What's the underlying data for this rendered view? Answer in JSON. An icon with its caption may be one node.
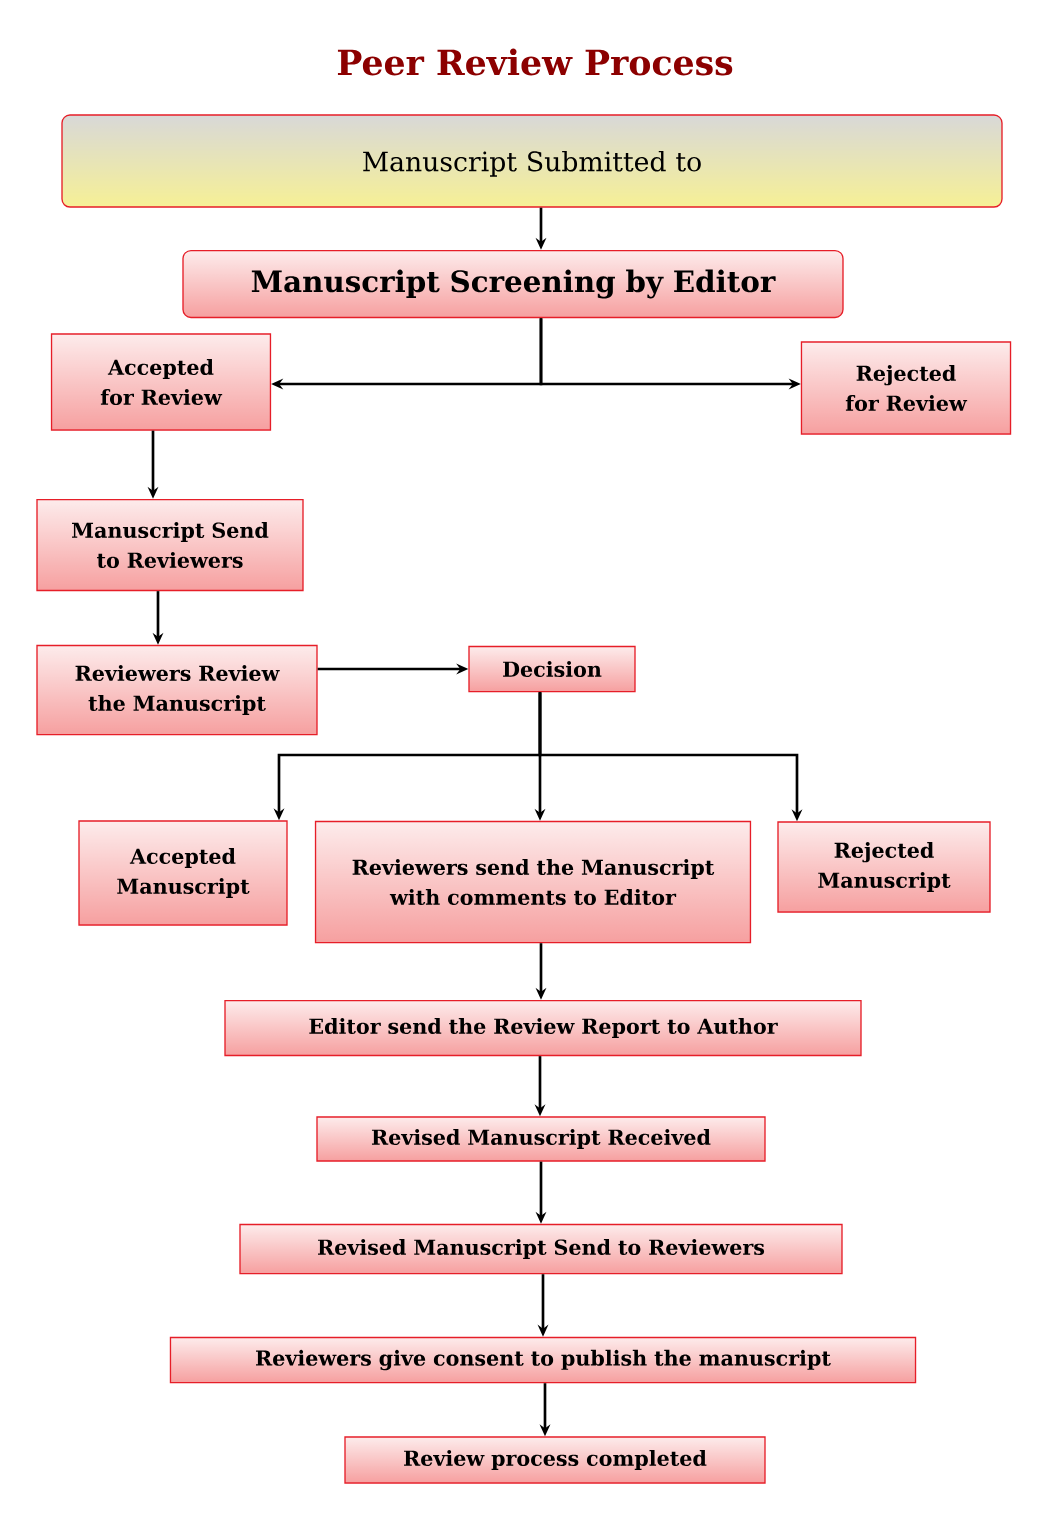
{
  "diagram": {
    "title": "Peer Review Process",
    "nodes": [
      {
        "text": [
          "Manuscript Submitted to"
        ]
      },
      {
        "text": [
          "Manuscript Screening by Editor"
        ]
      },
      {
        "text": [
          "Accepted for Review"
        ]
      },
      {
        "text": [
          "Rejected for Review"
        ]
      },
      {
        "text": [
          "Manuscript Send to Reviewers"
        ]
      },
      {
        "text": [
          "Reviewers Review the Manuscript"
        ]
      },
      {
        "text": [
          "Decision"
        ]
      },
      {
        "text": [
          "Accepted Manuscript"
        ]
      },
      {
        "text": [
          "Reviewers send the Manuscript with comments to Editor"
        ]
      },
      {
        "text": [
          "Rejected Manuscript"
        ]
      },
      {
        "text": [
          "Editor send the Review Report to Author"
        ]
      },
      {
        "text": [
          "Revised Manuscript Received"
        ]
      },
      {
        "text": [
          "Revised Manuscript Send to Reviewers"
        ]
      },
      {
        "text": [
          "Reviewers give consent to publish the manuscript"
        ]
      },
      {
        "text": [
          "Review process completed"
        ]
      }
    ],
    "edges": [
      {
        "from": 0,
        "to": 1,
        "arrow": "to"
      },
      {
        "from": 1,
        "to": 2,
        "arrow": "to"
      },
      {
        "from": 1,
        "to": 3,
        "arrow": "to"
      },
      {
        "from": 2,
        "to": 4,
        "arrow": "to"
      },
      {
        "from": 4,
        "to": 5,
        "arrow": "to"
      },
      {
        "from": 5,
        "to": 6,
        "arrow": "to"
      },
      {
        "from": 6,
        "to": 7,
        "arrow": "to"
      },
      {
        "from": 6,
        "to": 8,
        "arrow": "to"
      },
      {
        "from": 6,
        "to": 9,
        "arrow": "to"
      },
      {
        "from": 8,
        "to": 10,
        "arrow": "to"
      },
      {
        "from": 10,
        "to": 11,
        "arrow": "to"
      },
      {
        "from": 11,
        "to": 12,
        "arrow": "to"
      },
      {
        "from": 12,
        "to": 13,
        "arrow": "to"
      },
      {
        "from": 13,
        "to": 14,
        "arrow": "to"
      }
    ]
  }
}
